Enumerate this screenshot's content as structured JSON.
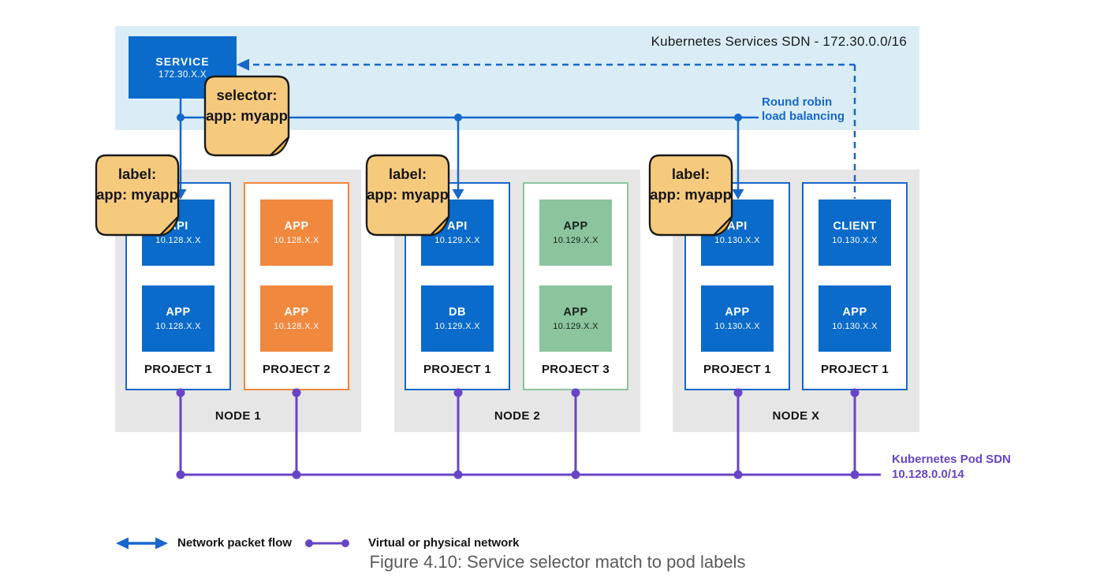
{
  "title": "Kubernetes Services SDN - 172.30.0.0/16",
  "service": {
    "name": "SERVICE",
    "ip": "172.30.X.X"
  },
  "selector_note": {
    "line1": "selector:",
    "line2": "app: myapp"
  },
  "label_notes": [
    {
      "line1": "label:",
      "line2": "app: myapp"
    },
    {
      "line1": "label:",
      "line2": "app: myapp"
    },
    {
      "line1": "label:",
      "line2": "app: myapp"
    }
  ],
  "round_robin": {
    "line1": "Round robin",
    "line2": "load balancing"
  },
  "nodes": [
    {
      "name": "NODE 1",
      "projects": [
        {
          "name": "PROJECT 1",
          "color": "blue",
          "pods": [
            {
              "name": "API",
              "ip": "10.128.X.X"
            },
            {
              "name": "APP",
              "ip": "10.128.X.X"
            }
          ]
        },
        {
          "name": "PROJECT 2",
          "color": "orange",
          "pods": [
            {
              "name": "APP",
              "ip": "10.128.X.X"
            },
            {
              "name": "APP",
              "ip": "10.128.X.X"
            }
          ]
        }
      ]
    },
    {
      "name": "NODE 2",
      "projects": [
        {
          "name": "PROJECT 1",
          "color": "blue",
          "pods": [
            {
              "name": "API",
              "ip": "10.129.X.X"
            },
            {
              "name": "DB",
              "ip": "10.129.X.X"
            }
          ]
        },
        {
          "name": "PROJECT 3",
          "color": "green",
          "pods": [
            {
              "name": "APP",
              "ip": "10.129.X.X"
            },
            {
              "name": "APP",
              "ip": "10.129.X.X"
            }
          ]
        }
      ]
    },
    {
      "name": "NODE X",
      "projects": [
        {
          "name": "PROJECT 1",
          "color": "blue",
          "pods": [
            {
              "name": "API",
              "ip": "10.130.X.X"
            },
            {
              "name": "APP",
              "ip": "10.130.X.X"
            }
          ]
        },
        {
          "name": "PROJECT 1",
          "color": "blue",
          "pods": [
            {
              "name": "CLIENT",
              "ip": "10.130.X.X"
            },
            {
              "name": "APP",
              "ip": "10.130.X.X"
            }
          ]
        }
      ]
    }
  ],
  "pod_sdn": {
    "line1": "Kubernetes Pod SDN",
    "line2": "10.128.0.0/14"
  },
  "legend": {
    "packet_flow": "Network packet flow",
    "network": "Virtual or physical network"
  },
  "caption": "Figure 4.10: Service selector match to pod labels",
  "colors": {
    "pod_blue": "#0a6bca",
    "line_blue": "#1767cb",
    "orange": "#f0883e",
    "green": "#8bc49e",
    "purple": "#6745c6",
    "services_band": "#daedf7",
    "node_gray": "#e6e6e6",
    "sticky_fill": "#f6ca7d",
    "sticky_fold": "#f0b23c",
    "caption_gray": "#5a5a5d"
  }
}
